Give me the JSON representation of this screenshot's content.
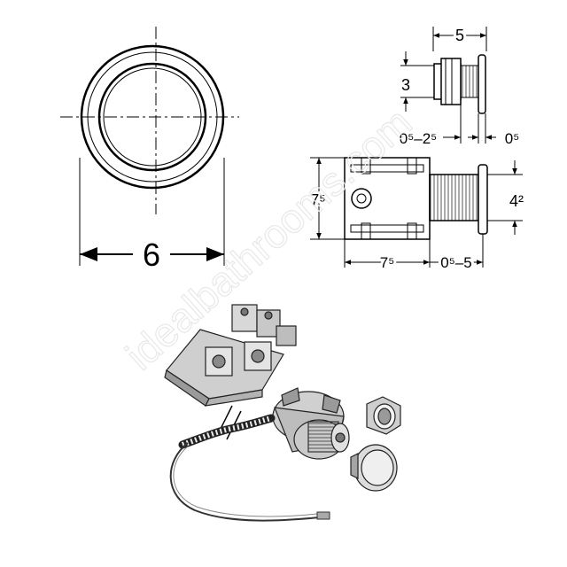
{
  "diagram": {
    "front_view": {
      "width_label": "6"
    },
    "side_view_small": {
      "depth_label": "5",
      "height_label": "3",
      "range_label": "0⁵–2⁵",
      "flange_label": "0⁵"
    },
    "side_view_large": {
      "height_label": "7⁵",
      "body_length_label": "7⁵",
      "range_label": "0⁵–5",
      "sleeve_label": "4²"
    },
    "watermark": "idealbathrooms.com"
  }
}
